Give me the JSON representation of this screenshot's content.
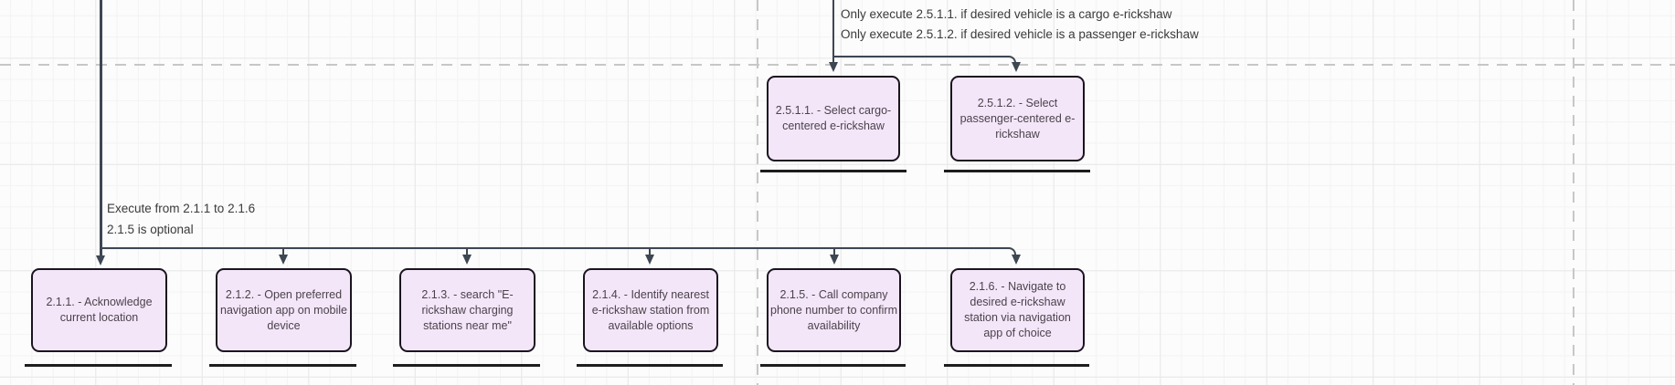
{
  "canvas": {
    "kind": "flowchart-diagram-canvas",
    "colors": {
      "background": "#fcfcfc",
      "grid_minor": "#f3f3f3",
      "grid_major": "#e8e8e8",
      "page_guide_dashed": "#c7c7c7",
      "edge": "#3d4752",
      "box_fill": "#f4e6f9",
      "box_border": "#1a141f",
      "box_text": "#4a434b",
      "underline": "#1d1d1d",
      "note_text": "#3a3a3a"
    }
  },
  "notes": {
    "top": {
      "text": "Only execute 2.5.1.1. if desired vehicle is a cargo e-rickshaw\nOnly execute 2.5.1.2. if desired vehicle is a passenger e-rickshaw"
    },
    "bottom": {
      "text": "Execute from 2.1.1 to 2.1.6\n2.1.5 is optional"
    }
  },
  "boxes": {
    "t1": {
      "label": "2.5.1.1. - Select cargo-centered e-rickshaw"
    },
    "t2": {
      "label": "2.5.1.2. - Select passenger-centered e-rickshaw"
    },
    "b1": {
      "label": "2.1.1. - Acknowledge current location"
    },
    "b2": {
      "label": "2.1.2. - Open preferred navigation app on mobile device"
    },
    "b3": {
      "label": "2.1.3. - search \"E-rickshaw charging stations near me\""
    },
    "b4": {
      "label": "2.1.4. - Identify nearest e-rickshaw station from available options"
    },
    "b5": {
      "label": "2.1.5. - Call company phone number to confirm availability"
    },
    "b6": {
      "label": "2.1.6. - Navigate to desired e-rickshaw station via navigation app of choice"
    }
  }
}
